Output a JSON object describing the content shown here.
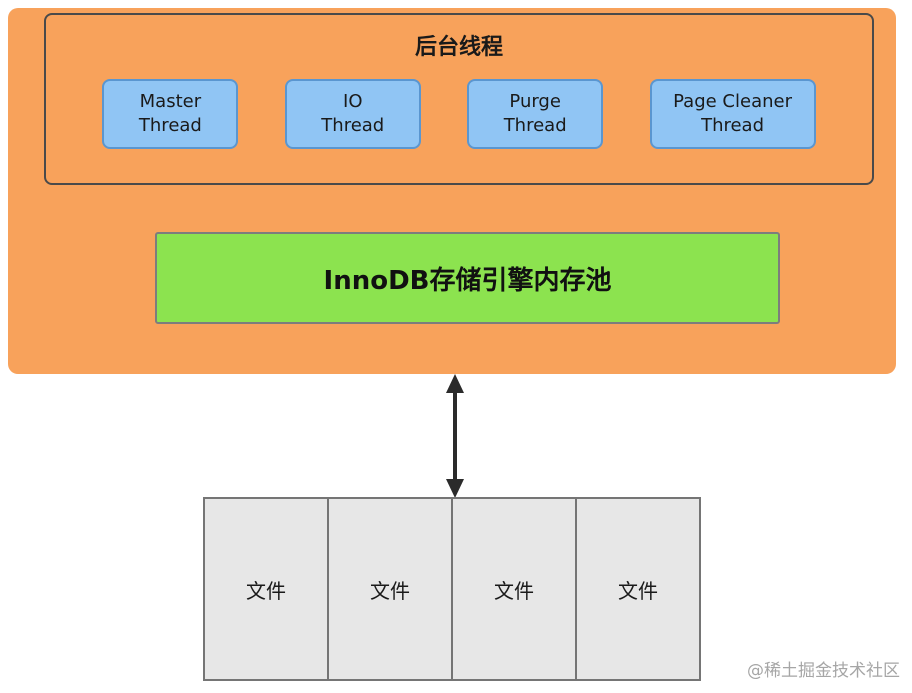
{
  "diagram": {
    "background_threads": {
      "title": "后台线程",
      "threads": [
        {
          "line1": "Master",
          "line2": "Thread"
        },
        {
          "line1": "IO",
          "line2": "Thread"
        },
        {
          "line1": "Purge",
          "line2": "Thread"
        },
        {
          "line1": "Page Cleaner",
          "line2": "Thread"
        }
      ]
    },
    "memory_pool": {
      "label": "InnoDB存储引擎内存池"
    },
    "files": {
      "cells": [
        "文件",
        "文件",
        "文件",
        "文件"
      ]
    },
    "watermark": "@稀土掘金技术社区",
    "colors": {
      "engine_container": "#F8A25B",
      "thread_fill": "#90C5F4",
      "thread_border": "#5A96D0",
      "memory_pool_fill": "#8CE34F",
      "file_cell_fill": "#E7E7E7",
      "arrow": "#2b2b2b"
    }
  }
}
